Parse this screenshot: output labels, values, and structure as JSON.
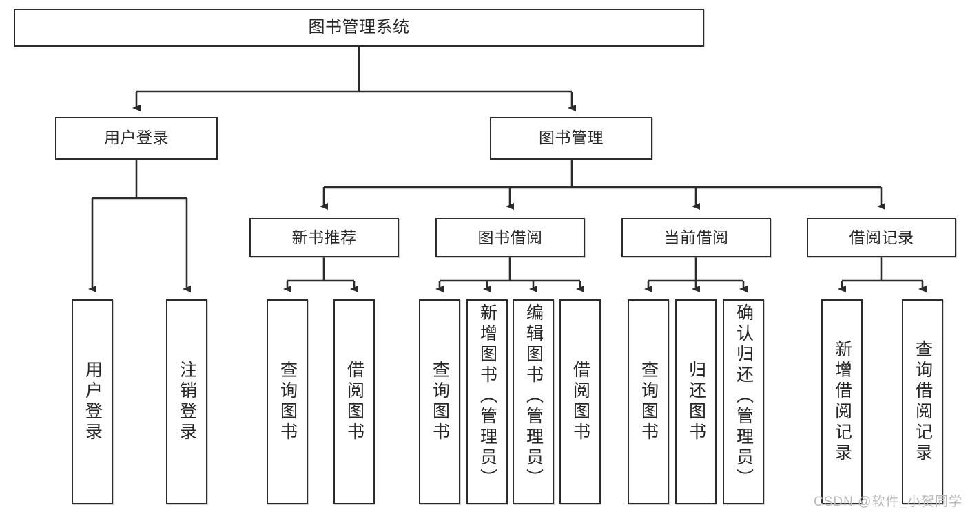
{
  "diagram": {
    "title": "图书管理系统",
    "type": "tree",
    "watermark": "CSDN @软件_小贺同学",
    "colors": {
      "box_border": "#2b2b2b",
      "box_fill": "#ffffff",
      "text": "#262626",
      "edge": "#2b2b2b",
      "watermark": "#b9b9b9",
      "background": "#ffffff"
    },
    "root": {
      "label": "图书管理系统"
    },
    "level2": [
      {
        "label": "用户登录"
      },
      {
        "label": "图书管理"
      }
    ],
    "level3": [
      {
        "label": "新书推荐"
      },
      {
        "label": "图书借阅"
      },
      {
        "label": "当前借阅"
      },
      {
        "label": "借阅记录"
      }
    ],
    "leaves": {
      "user_login": [
        {
          "label": "用户登录"
        },
        {
          "label": "注销登录"
        }
      ],
      "new_book": [
        {
          "label": "查询图书"
        },
        {
          "label": "借阅图书"
        }
      ],
      "book_borrow": [
        {
          "label": "查询图书"
        },
        {
          "label": "新增图书（管理员）"
        },
        {
          "label": "编辑图书（管理员）"
        },
        {
          "label": "借阅图书"
        }
      ],
      "current_borrow": [
        {
          "label": "查询图书"
        },
        {
          "label": "归还图书"
        },
        {
          "label": "确认归还（管理员）"
        }
      ],
      "borrow_record": [
        {
          "label": "新增借阅记录"
        },
        {
          "label": "查询借阅记录"
        }
      ]
    }
  }
}
